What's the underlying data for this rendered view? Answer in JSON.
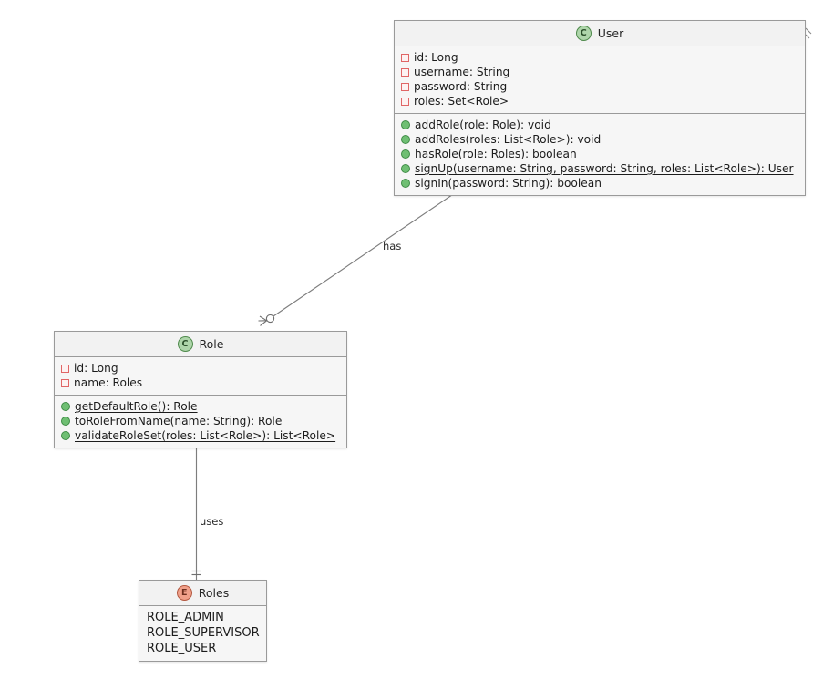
{
  "diagram": {
    "type": "uml-class-diagram",
    "background_color": "#ffffff",
    "line_color": "#7d7d7d",
    "box_border_color": "#9a9a9a",
    "box_fill_color": "#f6f6f6",
    "header_fill_color": "#f2f2f2",
    "class_badge_color": "#aed5aa",
    "enum_badge_color": "#f0a08a",
    "private_marker_color": "#e06666",
    "public_marker_color": "#6fbf73"
  },
  "classes": [
    {
      "id": "user",
      "name": "User",
      "stereotype": "C",
      "kind": "class",
      "attributes": [
        {
          "visibility": "private",
          "text": "id: Long",
          "static": false
        },
        {
          "visibility": "private",
          "text": "username: String",
          "static": false
        },
        {
          "visibility": "private",
          "text": "password: String",
          "static": false
        },
        {
          "visibility": "private",
          "text": "roles: Set<Role>",
          "static": false
        }
      ],
      "methods": [
        {
          "visibility": "public",
          "text": "addRole(role: Role): void",
          "static": false
        },
        {
          "visibility": "public",
          "text": "addRoles(roles: List<Role>): void",
          "static": false
        },
        {
          "visibility": "public",
          "text": "hasRole(role: Roles): boolean",
          "static": false
        },
        {
          "visibility": "public",
          "text": "signUp(username: String, password: String, roles: List<Role>): User",
          "static": true
        },
        {
          "visibility": "public",
          "text": "signIn(password: String): boolean",
          "static": false
        }
      ]
    },
    {
      "id": "role",
      "name": "Role",
      "stereotype": "C",
      "kind": "class",
      "attributes": [
        {
          "visibility": "private",
          "text": "id: Long",
          "static": false
        },
        {
          "visibility": "private",
          "text": "name: Roles",
          "static": false
        }
      ],
      "methods": [
        {
          "visibility": "public",
          "text": "getDefaultRole(): Role",
          "static": true
        },
        {
          "visibility": "public",
          "text": "toRoleFromName(name: String): Role",
          "static": true
        },
        {
          "visibility": "public",
          "text": "validateRoleSet(roles: List<Role>): List<Role>",
          "static": true
        }
      ]
    },
    {
      "id": "roles",
      "name": "Roles",
      "stereotype": "E",
      "kind": "enum",
      "constants": [
        "ROLE_ADMIN",
        "ROLE_SUPERVISOR",
        "ROLE_USER"
      ]
    }
  ],
  "relationships": [
    {
      "id": "has",
      "label": "has",
      "from": "role",
      "to": "user",
      "source_multiplicity": "zero-or-many",
      "target_multiplicity": "many"
    },
    {
      "id": "uses",
      "label": "uses",
      "from": "role",
      "to": "roles",
      "source_multiplicity": "exactly-one",
      "target_multiplicity": "exactly-one"
    }
  ]
}
